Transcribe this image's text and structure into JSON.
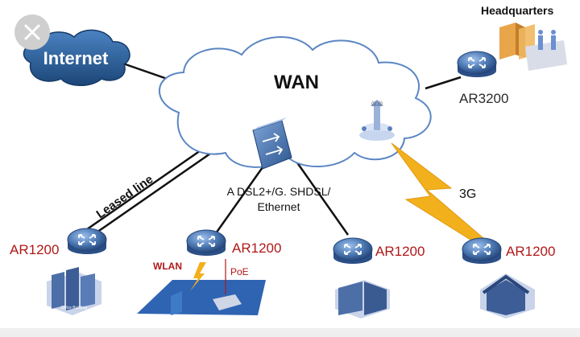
{
  "ui": {
    "close_icon": "close-icon"
  },
  "diagram": {
    "cloud_internet": "Internet",
    "cloud_wan": "WAN",
    "headquarters": "Headquarters",
    "hq_router": "AR3200",
    "leased_line": "Leased line",
    "adsl_line1": "A DSL2+/G. SHDSL/",
    "adsl_line2": "Ethernet",
    "wireless_3g": "3G",
    "branch_router_1": "AR1200",
    "branch_router_2": "AR1200",
    "branch_router_3": "AR1200",
    "branch_router_4": "AR1200",
    "wlan": "WLAN",
    "poe": "PoE",
    "building_sign": "Office Building",
    "colors": {
      "cloud_fill": "#ffffff",
      "cloud_stroke": "#5b86c4",
      "internet_fill": "#2a5d93",
      "router_fill": "#4d79b3",
      "router_label": "#b01818",
      "bolt": "#f2b01c",
      "line": "#111111"
    }
  }
}
